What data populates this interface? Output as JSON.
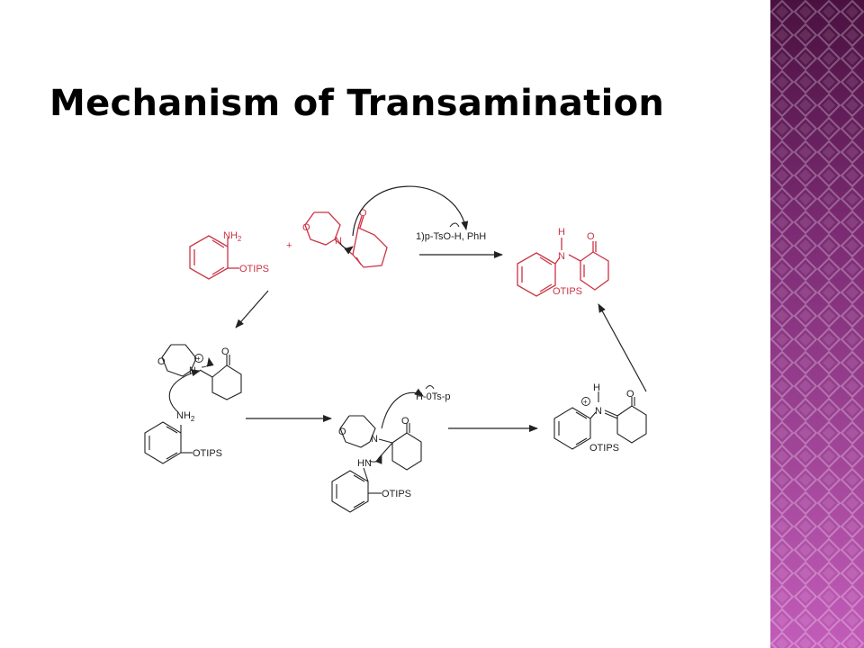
{
  "slide": {
    "title": "Mechanism of Transamination"
  },
  "labels": {
    "nh2": "NH",
    "two": "2",
    "otips": "OTIPS",
    "plus": "+",
    "o": "O",
    "n": "N",
    "h": "H",
    "hn": "HN",
    "charge": "+",
    "reagent": "1)p-TsO-H, PhH",
    "acid": "H-0Ts-p"
  },
  "colors": {
    "accent_red": "#cc3344",
    "ink": "#222222",
    "band_light": "#c25cb9",
    "band_dark": "#4a1140"
  }
}
